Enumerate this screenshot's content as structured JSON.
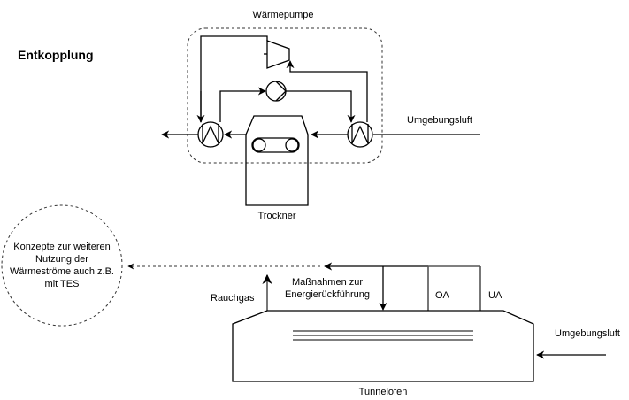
{
  "title": "Entkopplung",
  "heat_pump": {
    "label": "Wärmepumpe"
  },
  "dryer": {
    "label": "Trockner",
    "inflow_label": "Umgebungsluft"
  },
  "concept_circle": {
    "lines": [
      "Konzepte zur weiteren",
      "Nutzung der",
      "Wärmeströme auch z.B.",
      "mit TES"
    ]
  },
  "kiln": {
    "label": "Tunnelofen",
    "flue_gas_label": "Rauchgas",
    "recovery_lines": [
      "Maßnahmen zur",
      "Energierückführung"
    ],
    "zone_oa": "OA",
    "zone_ua": "UA",
    "inflow_label": "Umgebungsluft"
  },
  "colors": {
    "line": "#000000",
    "gray_line": "#555555",
    "dashed": "#333333",
    "background": "#ffffff"
  }
}
